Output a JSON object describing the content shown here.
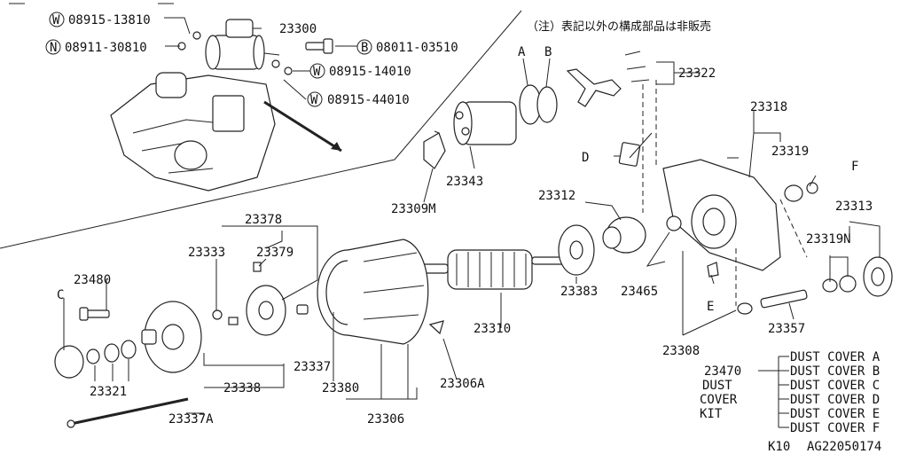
{
  "note": "（注）表記以外の構成部品は非販売",
  "inset_callouts": {
    "w1": {
      "symbol": "W",
      "number": "08915-13810"
    },
    "n1": {
      "symbol": "N",
      "number": "08911-30810"
    },
    "main": "23300",
    "b1": {
      "symbol": "B",
      "number": "08011-03510"
    },
    "w2": {
      "symbol": "W",
      "number": "08915-14010"
    },
    "w3": {
      "symbol": "W",
      "number": "08915-44010"
    }
  },
  "letters": {
    "A": "A",
    "B": "B",
    "C": "C",
    "D": "D",
    "E": "E",
    "F": "F"
  },
  "parts": {
    "p23322": "23322",
    "p23318": "23318",
    "p23319": "23319",
    "p23343": "23343",
    "p23309M": "23309M",
    "p23312": "23312",
    "p23313": "23313",
    "p23319N": "23319N",
    "p23378": "23378",
    "p23333": "23333",
    "p23379": "23379",
    "p23480": "23480",
    "p23383": "23383",
    "p23465": "23465",
    "p23310": "23310",
    "p23337": "23337",
    "p23338": "23338",
    "p23380": "23380",
    "p23306A": "23306A",
    "p23321": "23321",
    "p23306": "23306",
    "p23337A": "23337A",
    "p23308": "23308",
    "p23357": "23357"
  },
  "kit": {
    "number": "23470",
    "title_lines": [
      "DUST",
      "COVER",
      "KIT"
    ],
    "items": [
      "DUST COVER A",
      "DUST COVER B",
      "DUST COVER C",
      "DUST COVER D",
      "DUST COVER E",
      "DUST COVER F"
    ]
  },
  "footer": {
    "code": "K10",
    "figure": "AG22050174"
  }
}
